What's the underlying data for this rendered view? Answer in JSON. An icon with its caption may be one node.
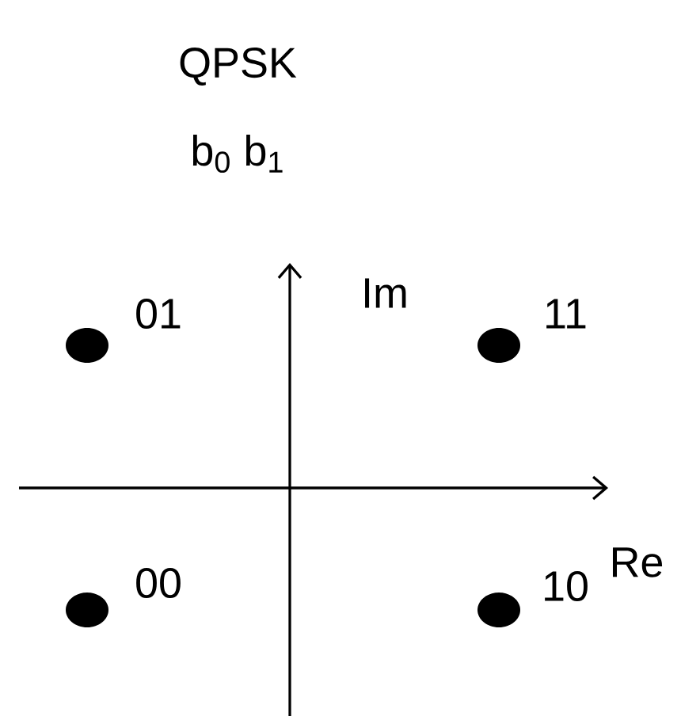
{
  "diagram": {
    "title": "QPSK",
    "nodes": [
      {
        "text": [],
        "shape": "circle",
        "beside": [
          "01"
        ]
      },
      {
        "text": [],
        "shape": "circle",
        "beside": [
          "11"
        ]
      },
      {
        "text": [],
        "shape": "circle",
        "beside": [
          "00"
        ]
      },
      {
        "text": [],
        "shape": "circle",
        "beside": [
          "10"
        ]
      }
    ],
    "labels": [
      "b$_{0}$ b$_{1}$",
      "Im",
      "Re"
    ]
  }
}
